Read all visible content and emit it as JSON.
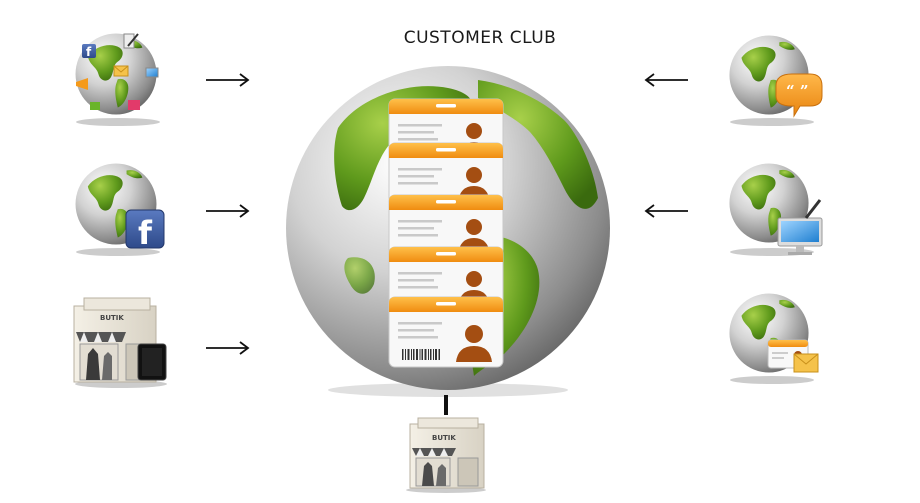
{
  "title": "CUSTOMER CLUB",
  "store_sign": "BUTIK",
  "colors": {
    "ocean": "#9a9a9a",
    "land": "#5a8f1a",
    "card_header": "#f59a1a",
    "card_body": "#f7f7f7",
    "avatar": "#a44e12",
    "facebook": "#3b5a9a",
    "chat": "#f39a1e",
    "monitor": "#3e9be0"
  },
  "icons": {
    "social_globe": "globe-with-social-icons",
    "facebook_globe": "globe-with-facebook-icon",
    "retail_store": "store-with-tablet",
    "chat_globe": "globe-with-chat-bubble",
    "web_globe": "globe-with-monitor",
    "card_globe": "globe-with-member-card-and-envelope",
    "central_globe": "large-globe",
    "member_cards": "stack-of-membership-cards",
    "bottom_store": "store-icon"
  }
}
